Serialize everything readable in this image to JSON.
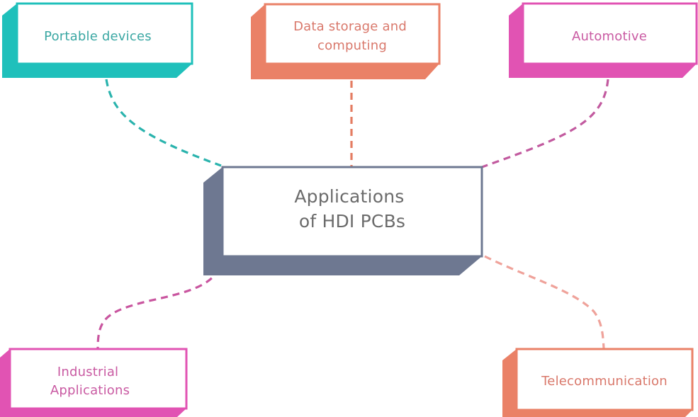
{
  "diagram": {
    "center": {
      "lines": [
        "Applications",
        "of HDI PCBs"
      ],
      "color": "#6e7891",
      "text_color": "#6b6b6b"
    },
    "nodes": [
      {
        "id": "portable-devices",
        "lines": [
          "Portable devices"
        ],
        "color": "#1fc0bb",
        "text_color": "#3aa7a3",
        "connector_color": "#2ab3ad"
      },
      {
        "id": "data-storage",
        "lines": [
          "Data storage and",
          "computing"
        ],
        "color": "#ea8167",
        "text_color": "#d9786b",
        "connector_color": "#e47c61"
      },
      {
        "id": "automotive",
        "lines": [
          "Automotive"
        ],
        "color": "#e153b3",
        "text_color": "#c95aa2",
        "connector_color": "#c25a9f"
      },
      {
        "id": "industrial-applications",
        "lines": [
          "Industrial",
          "Applications"
        ],
        "color": "#e153b3",
        "text_color": "#c95aa2",
        "connector_color": "#c9559f"
      },
      {
        "id": "telecommunication",
        "lines": [
          "Telecommunication"
        ],
        "color": "#ea8167",
        "text_color": "#d9786b",
        "connector_color": "#efa29a"
      }
    ]
  }
}
